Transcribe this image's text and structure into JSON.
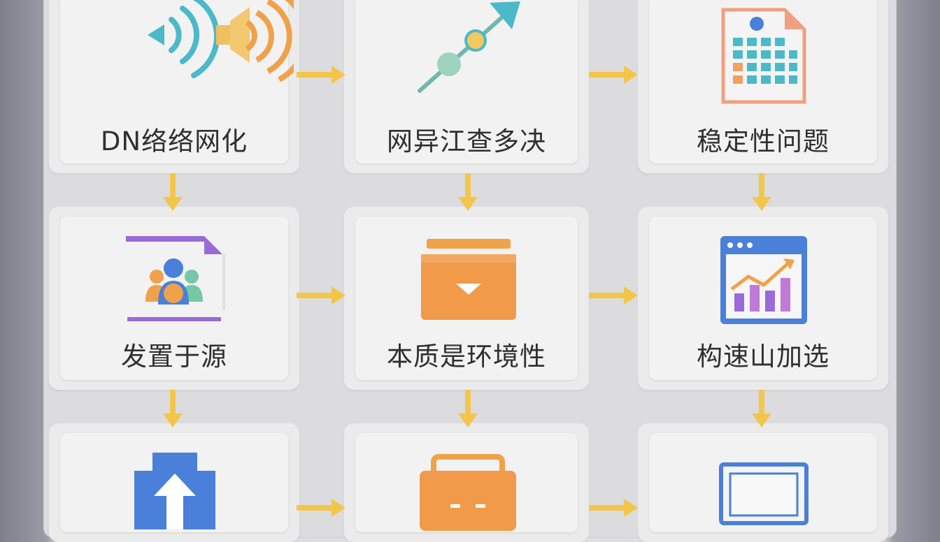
{
  "nodes": [
    {
      "id": "n1",
      "label": "DN络络网化",
      "icon": "sound-waves-icon"
    },
    {
      "id": "n2",
      "label": "网异江查多决",
      "icon": "trend-arrow-icon"
    },
    {
      "id": "n3",
      "label": "稳定性问题",
      "icon": "calendar-document-icon"
    },
    {
      "id": "n4",
      "label": "发置于源",
      "icon": "people-document-icon"
    },
    {
      "id": "n5",
      "label": "本质是环境性",
      "icon": "archive-box-icon"
    },
    {
      "id": "n6",
      "label": "构速山加选",
      "icon": "chart-window-icon"
    },
    {
      "id": "n7",
      "label": "",
      "icon": "upload-icon"
    },
    {
      "id": "n8",
      "label": "",
      "icon": "briefcase-icon"
    },
    {
      "id": "n9",
      "label": "",
      "icon": "monitor-icon"
    }
  ],
  "edges": [
    {
      "from": "n1",
      "to": "n2"
    },
    {
      "from": "n2",
      "to": "n3"
    },
    {
      "from": "n4",
      "to": "n5"
    },
    {
      "from": "n5",
      "to": "n6"
    },
    {
      "from": "n7",
      "to": "n8"
    },
    {
      "from": "n8",
      "to": "n9"
    },
    {
      "from": "n1",
      "to": "n4"
    },
    {
      "from": "n2",
      "to": "n5"
    },
    {
      "from": "n3",
      "to": "n6"
    },
    {
      "from": "n4",
      "to": "n7"
    },
    {
      "from": "n5",
      "to": "n8"
    },
    {
      "from": "n6",
      "to": "n9"
    }
  ],
  "colors": {
    "arrow": "#f3c64a",
    "teal": "#4cb9c9",
    "orange": "#f0a24a",
    "blue": "#4a80d9",
    "purple": "#9a6ad8",
    "green": "#76c7a8"
  }
}
